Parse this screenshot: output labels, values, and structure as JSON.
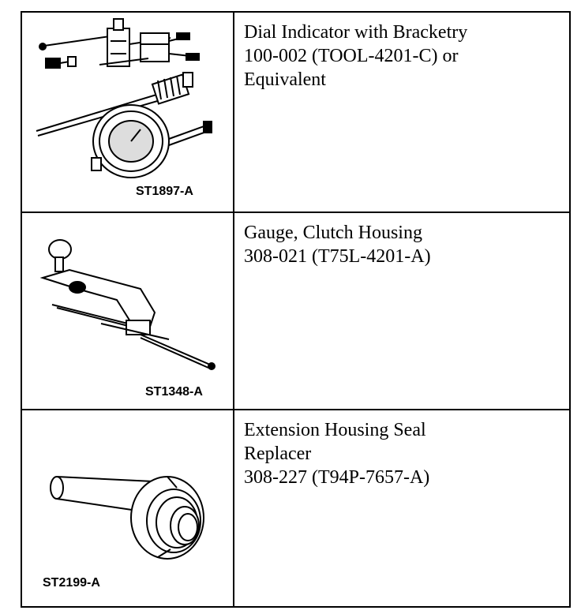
{
  "tools": [
    {
      "image_code": "ST1897-A",
      "lines": [
        "Dial Indicator with Bracketry",
        "100-002 (TOOL-4201-C) or",
        "Equivalent"
      ],
      "icon": "dial-indicator-with-bracketry-illustration"
    },
    {
      "image_code": "ST1348-A",
      "lines": [
        "Gauge, Clutch Housing",
        "308-021 (T75L-4201-A)"
      ],
      "icon": "clutch-housing-gauge-illustration"
    },
    {
      "image_code": "ST2199-A",
      "lines": [
        "Extension Housing Seal",
        "Replacer",
        "308-227 (T94P-7657-A)"
      ],
      "icon": "seal-replacer-illustration"
    }
  ]
}
